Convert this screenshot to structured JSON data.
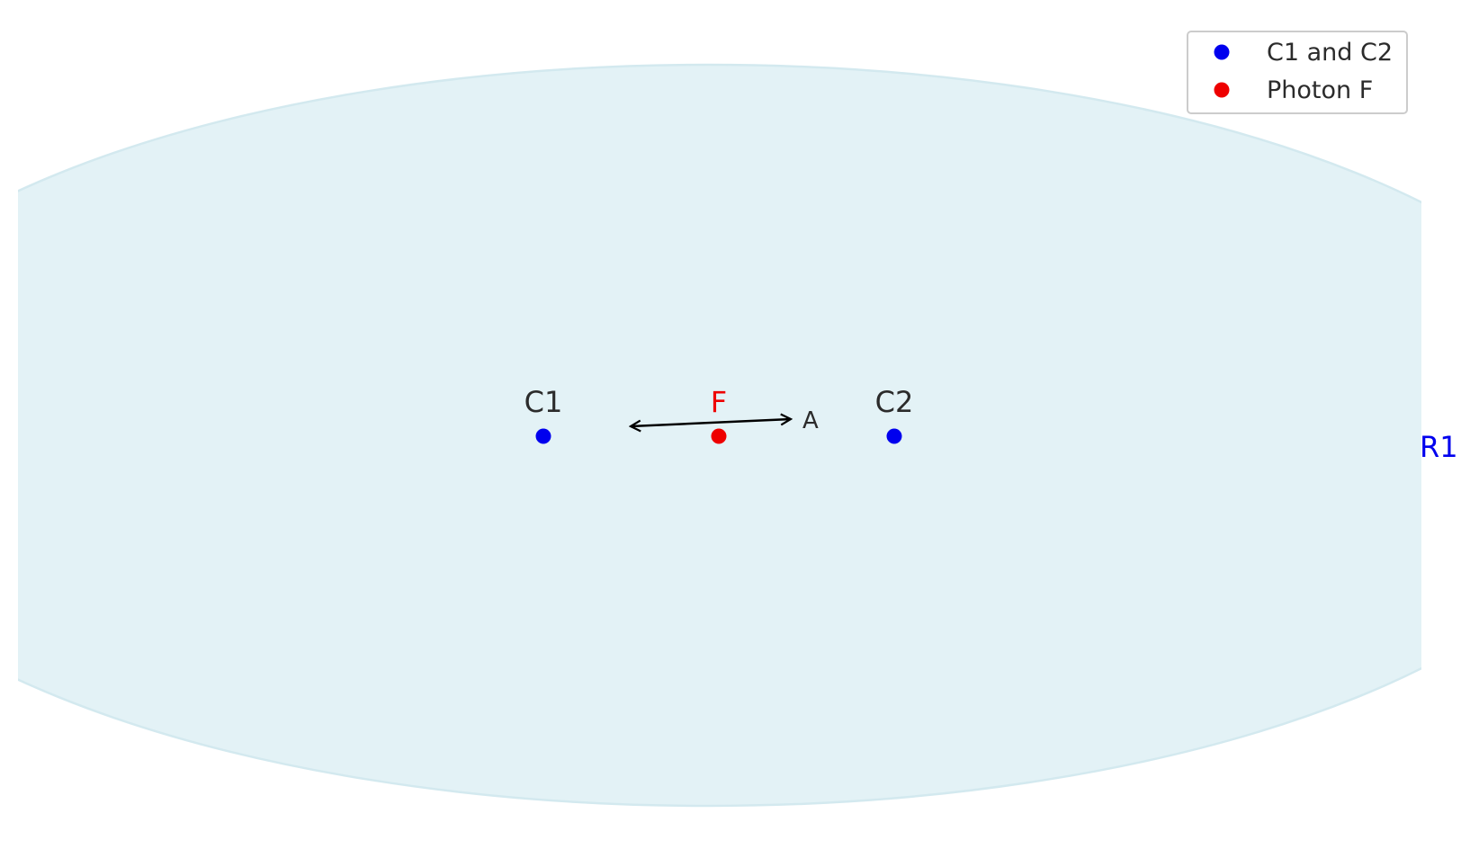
{
  "colors": {
    "background": "#ffffff",
    "region_fill": "#e3f2f6",
    "region_stroke": "#d3e9ef",
    "center_points": "#0000ee",
    "photon": "#ee0000",
    "text": "#2b2b2b",
    "arrow": "#000000",
    "region_label": "#0000ee",
    "legend_border": "#cccccc"
  },
  "points": {
    "c1_label": "C1",
    "c2_label": "C2",
    "photon_label": "F"
  },
  "arrow": {
    "label": "A"
  },
  "region": {
    "label": "R1"
  },
  "legend": {
    "entries": [
      {
        "label": "C1 and C2",
        "color": "#0000ee"
      },
      {
        "label": "Photon F",
        "color": "#ee0000"
      }
    ]
  }
}
